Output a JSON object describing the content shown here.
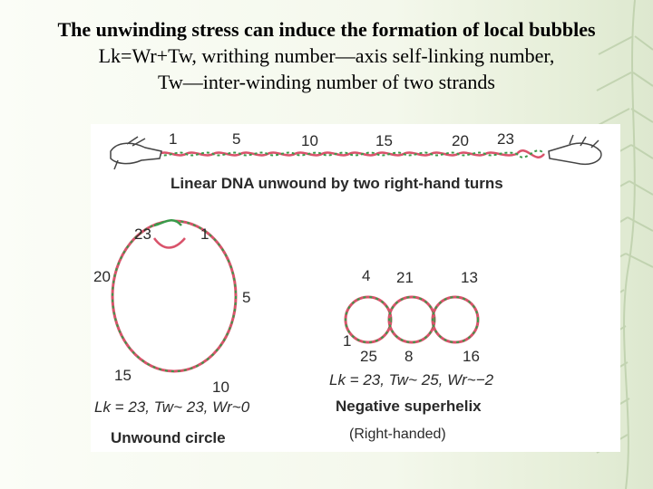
{
  "title": {
    "line1": "The unwinding stress can induce the formation of local bubbles",
    "line2": "Lk=Wr+Tw, writhing number—axis self-linking number,",
    "line3": "Tw—inter-winding number of two strands"
  },
  "figure": {
    "linear": {
      "numbers": [
        "1",
        "5",
        "10",
        "15",
        "20",
        "23"
      ],
      "caption": "Linear DNA unwound by two right-hand turns"
    },
    "circle": {
      "numbers": {
        "n23": "23",
        "n1": "1",
        "n20": "20",
        "n5": "5",
        "n15": "15",
        "n10": "10"
      },
      "formula": "Lk  = 23, Tw~ 23, Wr~0",
      "caption": "Unwound circle"
    },
    "superhelix": {
      "numbers": {
        "n4": "4",
        "n21": "21",
        "n13": "13",
        "n1": "1",
        "n25": "25",
        "n8": "8",
        "n16": "16"
      },
      "formula": "Lk  = 23, Tw~ 25, Wr~−2",
      "caption": "Negative superhelix",
      "subcaption": "(Right-handed)"
    },
    "colors": {
      "strand_a": "#d9536b",
      "strand_b": "#3a9a4a"
    }
  }
}
